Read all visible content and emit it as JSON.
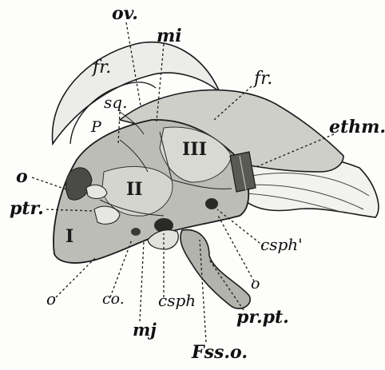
{
  "figure": {
    "colors": {
      "ink": "#1b1b1b",
      "bone": "#c9c9c4",
      "bone_dark": "#7c7c76",
      "bone_light": "#e4e4df",
      "background": "#fdfdfb"
    },
    "labels": {
      "ov": "ov.",
      "mi": "mi",
      "fr_prime": "fr.",
      "fr": "fr.",
      "sq": "sq.",
      "p": "P",
      "ethm": "ethm.",
      "roman_three": "III",
      "roman_two": "II",
      "roman_one": "I",
      "o_left": "o",
      "ptr": "ptr.",
      "o_bottom_left": "o",
      "co": "co.",
      "mj": "mj",
      "csph": "csph",
      "fss_o": "Fss.o.",
      "pr_pt": "pr.pt.",
      "o_bottom_right": "o",
      "csph_prime": "csph'"
    }
  }
}
